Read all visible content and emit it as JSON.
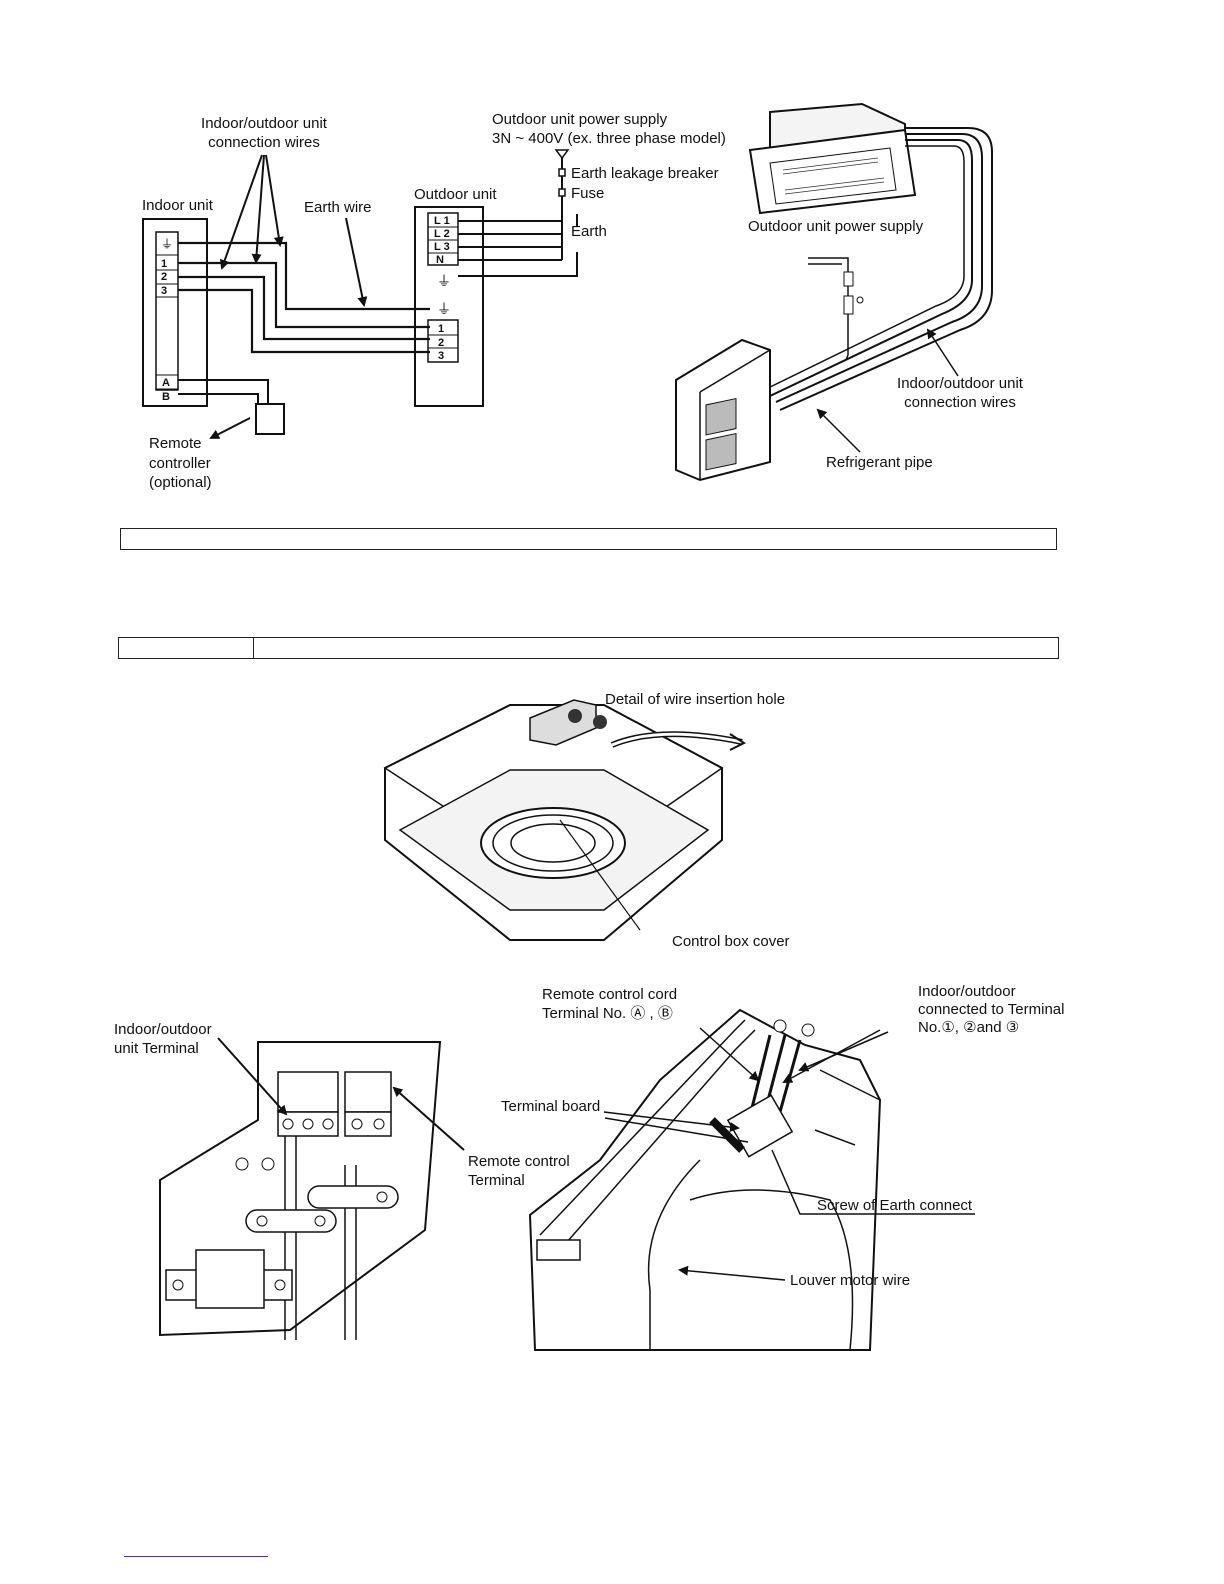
{
  "wiring": {
    "indoor_outdoor_wires": [
      "Indoor/outdoor unit",
      "connection wires"
    ],
    "outdoor_power": [
      "Outdoor unit power supply",
      "3N ~ 400V (ex. three phase model)"
    ],
    "indoor_unit": "Indoor unit",
    "outdoor_unit": "Outdoor unit",
    "earth_wire": "Earth wire",
    "earth_leakage": "Earth leakage breaker",
    "fuse": "Fuse",
    "earth": "Earth",
    "remote": [
      "Remote",
      "controller",
      "(optional)"
    ],
    "indoor_terminals": [
      "1",
      "2",
      "3"
    ],
    "remote_terminals": [
      "A",
      "B"
    ],
    "outdoor_power_terminals": [
      "L 1",
      "L 2",
      "L 3",
      "N"
    ],
    "outdoor_terminals": [
      "1",
      "2",
      "3"
    ]
  },
  "install": {
    "power_supply": "Outdoor unit power supply",
    "connection_wires": [
      "Indoor/outdoor unit",
      "connection wires"
    ],
    "refrigerant": "Refrigerant pipe"
  },
  "cassette": {
    "detail_hole": "Detail of wire insertion hole",
    "control_box": "Control box cover"
  },
  "terminal_detail": {
    "indoor_terminal": [
      "Indoor/outdoor",
      "unit Terminal"
    ],
    "remote_terminal": [
      "Remote control",
      "Terminal"
    ]
  },
  "board_detail": {
    "remote_cord": [
      "Remote control cord",
      "Terminal No. Ⓐ , Ⓑ"
    ],
    "connected": [
      "Indoor/outdoor",
      "connected to Terminal",
      "No.①,  ②and ③"
    ],
    "terminal_board": "Terminal board",
    "earth_screw": "Screw of Earth connect",
    "louver": "Louver motor wire"
  }
}
